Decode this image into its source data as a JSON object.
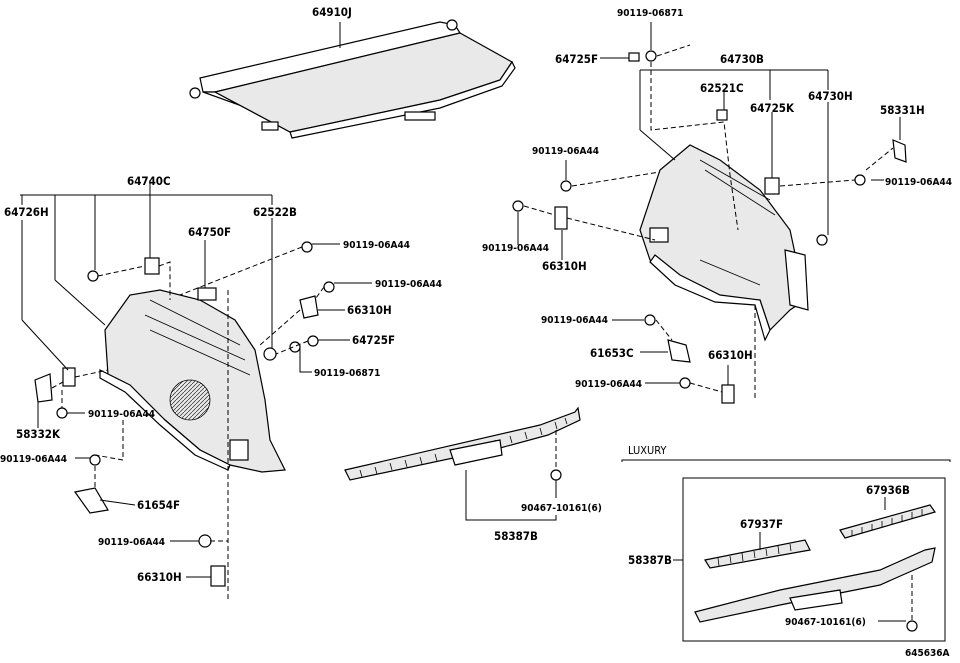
{
  "labels": {
    "p64910J": "64910J",
    "p90119_06871_top": "90119-06871",
    "p64725F_top": "64725F",
    "p64730B": "64730B",
    "p62521C": "62521C",
    "p64725K": "64725K",
    "p64730H": "64730H",
    "p58331H": "58331H",
    "p90119_06A44_r1": "90119-06A44",
    "p90119_06A44_r2": "90119-06A44",
    "p90119_06A44_r3": "90119-06A44",
    "p66310H_r1": "66310H",
    "p90119_06A44_r4": "90119-06A44",
    "p61653C": "61653C",
    "p66310H_r2": "66310H",
    "p90119_06A44_r5": "90119-06A44",
    "p64740C": "64740C",
    "p64726H": "64726H",
    "p64750F": "64750F",
    "p62522B": "62522B",
    "p90119_06A44_l1": "90119-06A44",
    "p90119_06A44_l2": "90119-06A44",
    "p66310H_l1": "66310H",
    "p64725F_mid": "64725F",
    "p90119_06871_mid": "90119-06871",
    "p90119_06A44_l3": "90119-06A44",
    "p58332K": "58332K",
    "p90119_06A44_l4": "90119-06A44",
    "p61654F": "61654F",
    "p90119_06A44_l5": "90119-06A44",
    "p66310H_l2": "66310H",
    "p90467_10161_c": "90467-10161(6)",
    "p58387B_c": "58387B",
    "luxury": "LUXURY",
    "p67936B": "67936B",
    "p67937F": "67937F",
    "p58387B_lux": "58387B",
    "p90467_10161_lux": "90467-10161(6)",
    "figure_no": "645636A"
  }
}
